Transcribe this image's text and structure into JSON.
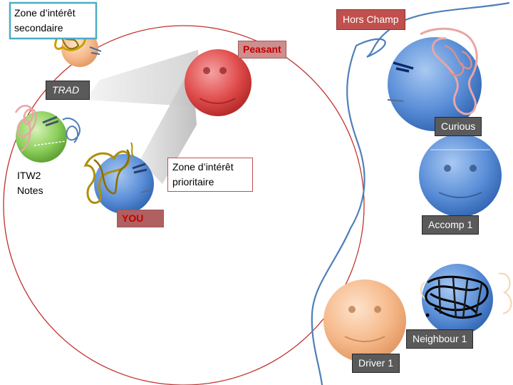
{
  "labels": {
    "zone_secondaire": "Zone d’intérêt secondaire",
    "hors_champ": "Hors Champ",
    "peasant": "Peasant",
    "trad": "TRAD",
    "curious": "Curious",
    "zone_prioritaire": "Zone d’intérêt prioritaire",
    "itw2_notes": "ITW2 Notes",
    "you": "YOU",
    "accomp1": "Accomp 1",
    "neighbour1": "Neighbour 1",
    "driver1": "Driver 1"
  },
  "colors": {
    "blue_face": "#5b8fd8",
    "red_face": "#e04b4b",
    "green_face": "#8ccf5c",
    "peach_face": "#f6b98a",
    "circle_outline": "#c0302b",
    "boundary_line": "#4f7fb9",
    "frame_teal": "#4bacc6"
  }
}
